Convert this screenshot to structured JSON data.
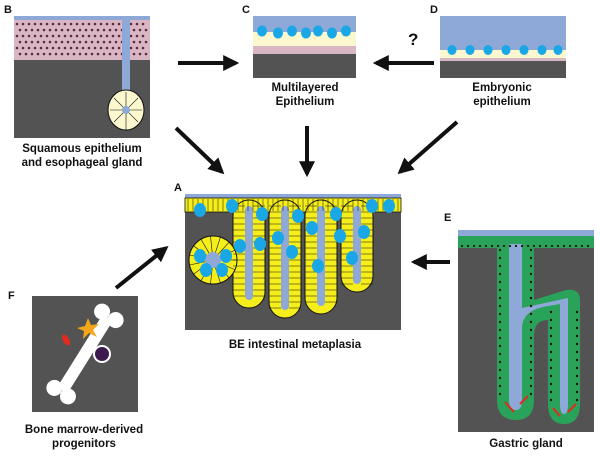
{
  "panels": {
    "A": {
      "letter": "A",
      "label": "BE intestinal metaplasia"
    },
    "B": {
      "letter": "B",
      "label": "Squamous epithelium\nand esophageal gland"
    },
    "C": {
      "letter": "C",
      "label": "Multilayered\nEpithelium"
    },
    "D": {
      "letter": "D",
      "label": "Embryonic\nepithelium"
    },
    "E": {
      "letter": "E",
      "label": "Gastric gland"
    },
    "F": {
      "letter": "F",
      "label": "Bone marrow-derived\nprogenitors"
    }
  },
  "question_mark": "?",
  "colors": {
    "tissue": "#535353",
    "lumen": "#8ea9d8",
    "squamous": "#d9b6c4",
    "columnar": "#f5ee1a",
    "goblet": "#1aa7e5",
    "gastric": "#2aa35a",
    "arrow": "#111111"
  }
}
